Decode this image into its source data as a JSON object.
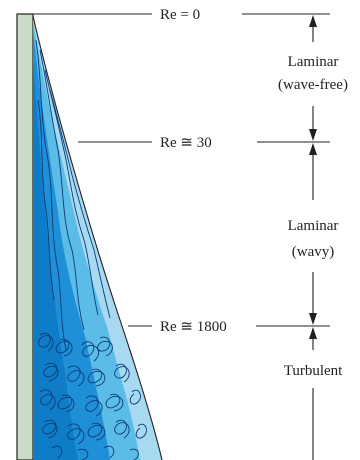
{
  "markers": [
    {
      "label": "Re = 0"
    },
    {
      "label": "Re ≅ 30"
    },
    {
      "label": "Re ≅ 1800"
    }
  ],
  "regions": [
    {
      "lines": [
        "Laminar",
        "(wave-free)"
      ]
    },
    {
      "lines": [
        "Laminar",
        "(wavy)"
      ]
    },
    {
      "lines": [
        "Turbulent"
      ]
    }
  ],
  "colors": {
    "wall": "#c8dcc8",
    "film_light": "#a7d9f1",
    "film_mid": "#5bbce8",
    "film_dark": "#1f8fd8",
    "wave_lines": "#0a3c78",
    "text": "#231f20"
  }
}
